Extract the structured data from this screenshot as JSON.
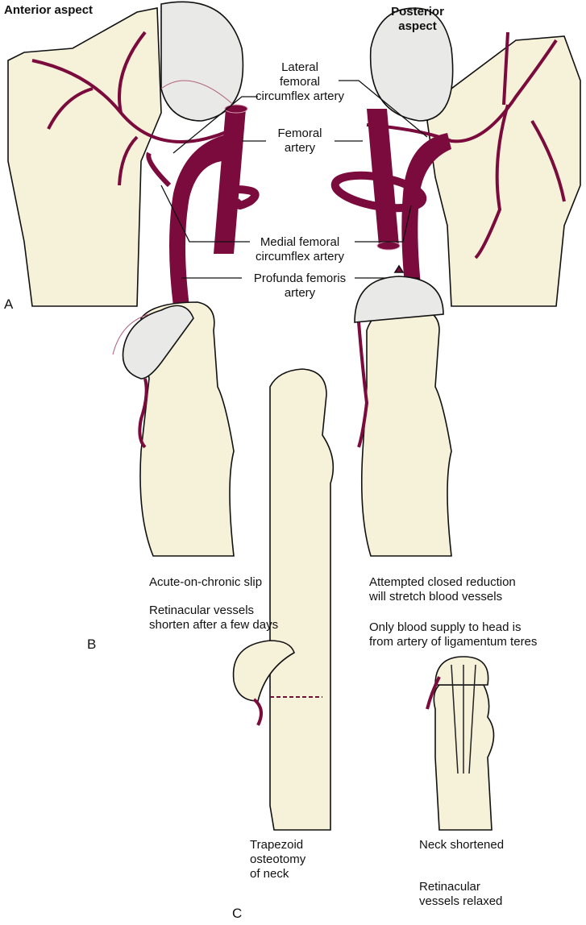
{
  "panel_a": {
    "letter": "A",
    "anterior_title": "Anterior aspect",
    "posterior_title": "Posterior\naspect",
    "labels": {
      "lateral": "Lateral\nfemoral\ncircumflex artery",
      "femoral": "Femoral\nartery",
      "medial": "Medial femoral\ncircumflex artery",
      "profunda": "Profunda femoris\nartery"
    }
  },
  "panel_b": {
    "letter": "B",
    "left_caption_1": "Acute-on-chronic slip",
    "left_caption_2": "Retinacular vessels\nshorten after a few days",
    "right_caption_1": "Attempted closed reduction\nwill stretch blood vessels",
    "right_caption_2": "Only blood supply to head is\nfrom artery of ligamentum teres"
  },
  "panel_c": {
    "letter": "C",
    "left_caption": "Trapezoid\nosteotomy\nof neck",
    "right_caption_1": "Neck shortened",
    "right_caption_2": "Retinacular\nvessels relaxed"
  },
  "colors": {
    "artery": "#7a0b3c",
    "bone": "#f6f1d9",
    "head": "#e9e9e7"
  }
}
